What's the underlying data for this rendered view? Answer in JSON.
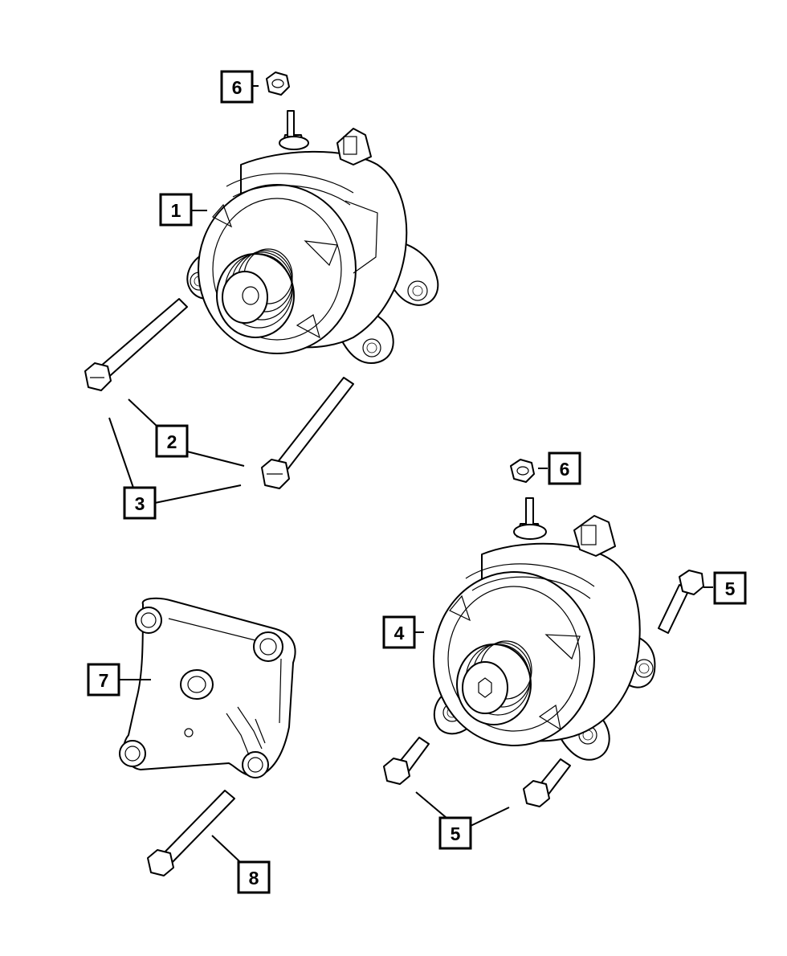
{
  "callouts": {
    "c1": "1",
    "c2": "2",
    "c3": "3",
    "c4": "4",
    "c5a": "5",
    "c5b": "5",
    "c6a": "6",
    "c6b": "6",
    "c7": "7",
    "c8": "8"
  },
  "colors": {
    "line": "#000000",
    "background": "#ffffff"
  }
}
